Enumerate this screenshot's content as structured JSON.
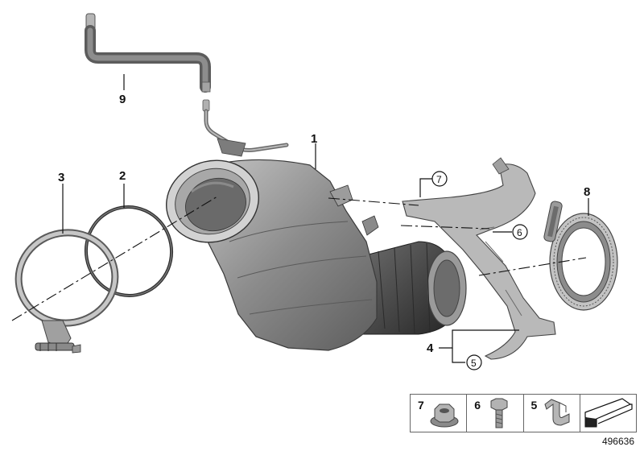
{
  "callouts": {
    "n1": "1",
    "n2": "2",
    "n3": "3",
    "n4": "4",
    "n5": "5",
    "n6": "6",
    "n7": "7",
    "n8": "8",
    "n9": "9"
  },
  "legend": [
    {
      "label": "7",
      "icon": "flange-nut-icon"
    },
    {
      "label": "6",
      "icon": "hex-bolt-icon"
    },
    {
      "label": "5",
      "icon": "spring-clip-icon"
    },
    {
      "label": "",
      "icon": "direction-arrow-icon"
    }
  ],
  "doc_number": "496636",
  "colors": {
    "metal": "#8a8a8a",
    "dark": "#3a3a3a",
    "line": "#111111"
  }
}
